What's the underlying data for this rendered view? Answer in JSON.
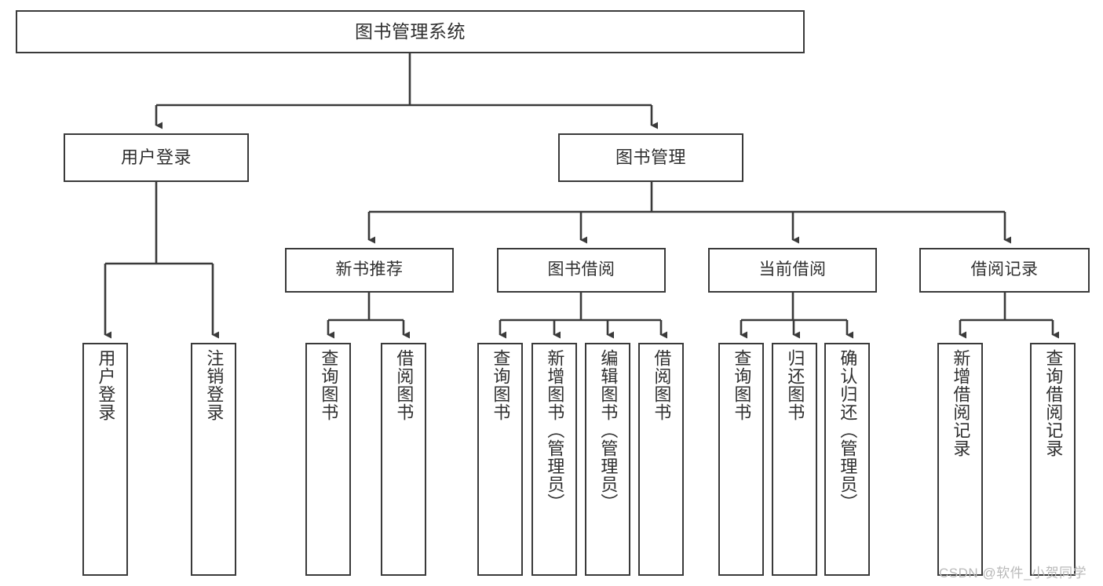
{
  "diagram": {
    "title": "图书管理系统",
    "type": "tree",
    "orientation": "top-down",
    "colors": {
      "box_border": "#3a3a3a",
      "box_fill": "#ffffff",
      "connector": "#3a3a3a",
      "text": "#2f2f2f",
      "watermark": "#b9b9b9",
      "background": "#ffffff"
    },
    "root": {
      "label": "图书管理系统",
      "children": [
        {
          "label": "用户登录",
          "children": [
            {
              "label": "用户登录"
            },
            {
              "label": "注销登录"
            }
          ]
        },
        {
          "label": "图书管理",
          "children": [
            {
              "label": "新书推荐",
              "children": [
                {
                  "label": "查询图书"
                },
                {
                  "label": "借阅图书"
                }
              ]
            },
            {
              "label": "图书借阅",
              "children": [
                {
                  "label": "查询图书"
                },
                {
                  "label": "新增图书（管理员）"
                },
                {
                  "label": "编辑图书（管理员）"
                },
                {
                  "label": "借阅图书"
                }
              ]
            },
            {
              "label": "当前借阅",
              "children": [
                {
                  "label": "查询图书"
                },
                {
                  "label": "归还图书"
                },
                {
                  "label": "确认归还（管理员）"
                }
              ]
            },
            {
              "label": "借阅记录",
              "children": [
                {
                  "label": "新增借阅记录"
                },
                {
                  "label": "查询借阅记录"
                }
              ]
            }
          ]
        }
      ]
    },
    "nodes": {
      "root": "图书管理系统",
      "user_login": "用户登录",
      "book_manage": "图书管理",
      "new_book_rec": "新书推荐",
      "book_borrow": "图书借阅",
      "current_borrow": "当前借阅",
      "borrow_record": "借阅记录",
      "leaf_user_login": "用户登录",
      "leaf_logout": "注销登录",
      "leaf_rec_query": "查询图书",
      "leaf_rec_borrow": "借阅图书",
      "leaf_bb_query": "查询图书",
      "leaf_bb_add": "新增图书（管理员）",
      "leaf_bb_edit": "编辑图书（管理员）",
      "leaf_bb_borrow": "借阅图书",
      "leaf_cb_query": "查询图书",
      "leaf_cb_return": "归还图书",
      "leaf_cb_confirm": "确认归还（管理员）",
      "leaf_br_add": "新增借阅记录",
      "leaf_br_query": "查询借阅记录"
    }
  },
  "watermark": {
    "text": "CSDN @软件_小贺同学"
  }
}
